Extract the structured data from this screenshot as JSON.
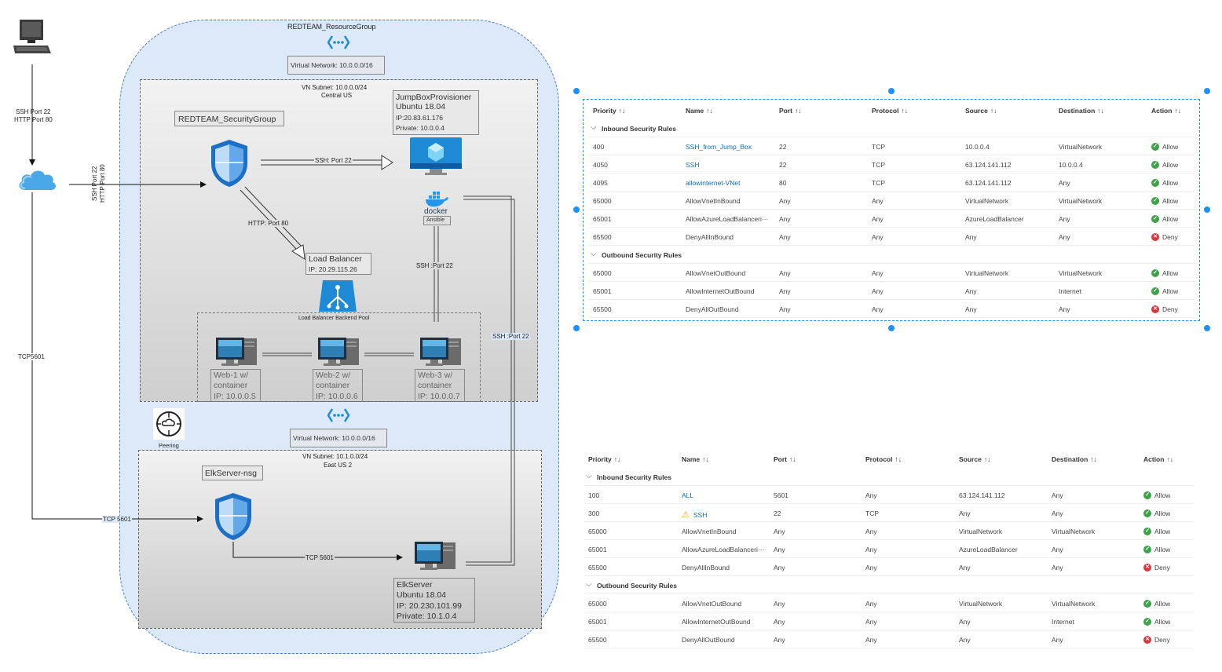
{
  "diagram": {
    "resource_group": "REDTEAM_ResourceGroup",
    "vnet1": "Virtual Network: 10.0.0.0/16",
    "subnet1": {
      "line1": "VN Subnet: 10.0.0.0/24",
      "line2": "Central US"
    },
    "security_group": "REDTEAM_SecurityGroup",
    "jumpbox": {
      "name": "JumpBoxProvisioner",
      "os": "Ubuntu 18.04",
      "ip": "IP:20.83.61.176",
      "private": "Private: 10.0.0.4"
    },
    "docker_label": "docker",
    "ansible_label": "Ansible",
    "load_balancer": {
      "name": "Load Balancer",
      "ip": "IP: 20.29.115.26"
    },
    "backend_pool": "Load Balancer Backend Pool",
    "web1": {
      "line1": "Web-1 w/",
      "line2": "container",
      "line3": "IP: 10.0.0.5"
    },
    "web2": {
      "line1": "Web-2 w/",
      "line2": "container",
      "line3": "IP: 10.0.0.6"
    },
    "web3": {
      "line1": "Web-3 w/",
      "line2": "container",
      "line3": "IP: 10.0.0.7"
    },
    "peering": "Peering",
    "vnet2": "Virtual Network: 10.0.0.0/16",
    "subnet2": {
      "line1": "VN Subnet: 10.1.0.0/24",
      "line2": "East US 2"
    },
    "elk_nsg": "ElkServer-nsg",
    "elk": {
      "name": "ElkServer",
      "os": "Ubuntu 18.04",
      "ip": "IP: 20.230.101.99",
      "private": "Private: 10.1.0.4"
    },
    "edges": {
      "internet_top1": "SSH Port 22",
      "internet_top2": "HTTP Port 80",
      "to_nsg1": "SSH Port 22",
      "to_nsg2": "HTTP Port 80",
      "ssh_jump": "SSH: Port 22",
      "http_lb": "HTTP: Port 80",
      "ssh_web": "SSH :Port 22",
      "ssh_elk": "SSH :Port 22",
      "tcp_left": "TCP5601",
      "tcp_elknsg": "TCP 5601",
      "tcp_elk": "TCP 5601"
    }
  },
  "table_headers": [
    "Priority",
    "Name",
    "Port",
    "Protocol",
    "Source",
    "Destination",
    "Action"
  ],
  "inbound_title": "Inbound Security Rules",
  "outbound_title": "Outbound Security Rules",
  "table1": {
    "inbound": [
      {
        "priority": "400",
        "name": "SSH_from_Jump_Box",
        "link": true,
        "port": "22",
        "protocol": "TCP",
        "source": "10.0.0.4",
        "destination": "VirtualNetwork",
        "action": "Allow"
      },
      {
        "priority": "4050",
        "name": "SSH",
        "link": true,
        "port": "22",
        "protocol": "TCP",
        "source": "63.124.141.112",
        "destination": "10.0.0.4",
        "action": "Allow"
      },
      {
        "priority": "4095",
        "name": "allowinternet-VNet",
        "link": true,
        "port": "80",
        "protocol": "TCP",
        "source": "63.124.141.112",
        "destination": "Any",
        "action": "Allow"
      },
      {
        "priority": "65000",
        "name": "AllowVnetInBound",
        "link": false,
        "port": "Any",
        "protocol": "Any",
        "source": "VirtualNetwork",
        "destination": "VirtualNetwork",
        "action": "Allow"
      },
      {
        "priority": "65001",
        "name": "AllowAzureLoadBalanceri···",
        "link": false,
        "port": "Any",
        "protocol": "Any",
        "source": "AzureLoadBalancer",
        "destination": "Any",
        "action": "Allow"
      },
      {
        "priority": "65500",
        "name": "DenyAllInBound",
        "link": false,
        "port": "Any",
        "protocol": "Any",
        "source": "Any",
        "destination": "Any",
        "action": "Deny"
      }
    ],
    "outbound": [
      {
        "priority": "65000",
        "name": "AllowVnetOutBound",
        "link": false,
        "port": "Any",
        "protocol": "Any",
        "source": "VirtualNetwork",
        "destination": "VirtualNetwork",
        "action": "Allow"
      },
      {
        "priority": "65001",
        "name": "AllowInternetOutBound",
        "link": false,
        "port": "Any",
        "protocol": "Any",
        "source": "Any",
        "destination": "Internet",
        "action": "Allow"
      },
      {
        "priority": "65500",
        "name": "DenyAllOutBound",
        "link": false,
        "port": "Any",
        "protocol": "Any",
        "source": "Any",
        "destination": "Any",
        "action": "Deny"
      }
    ]
  },
  "table2": {
    "inbound": [
      {
        "priority": "100",
        "name": "ALL",
        "link": true,
        "warn": false,
        "port": "5601",
        "protocol": "Any",
        "source": "63.124.141.112",
        "destination": "Any",
        "action": "Allow"
      },
      {
        "priority": "300",
        "name": "SSH",
        "link": true,
        "warn": true,
        "port": "22",
        "protocol": "TCP",
        "source": "Any",
        "destination": "Any",
        "action": "Allow"
      },
      {
        "priority": "65000",
        "name": "AllowVnetInBound",
        "link": false,
        "warn": false,
        "port": "Any",
        "protocol": "Any",
        "source": "VirtualNetwork",
        "destination": "VirtualNetwork",
        "action": "Allow"
      },
      {
        "priority": "65001",
        "name": "AllowAzureLoadBalanceri···",
        "link": false,
        "warn": false,
        "port": "Any",
        "protocol": "Any",
        "source": "AzureLoadBalancer",
        "destination": "Any",
        "action": "Allow"
      },
      {
        "priority": "65500",
        "name": "DenyAllInBound",
        "link": false,
        "warn": false,
        "port": "Any",
        "protocol": "Any",
        "source": "Any",
        "destination": "Any",
        "action": "Deny"
      }
    ],
    "outbound": [
      {
        "priority": "65000",
        "name": "AllowVnetOutBound",
        "link": false,
        "warn": false,
        "port": "Any",
        "protocol": "Any",
        "source": "VirtualNetwork",
        "destination": "VirtualNetwork",
        "action": "Allow"
      },
      {
        "priority": "65001",
        "name": "AllowInternetOutBound",
        "link": false,
        "warn": false,
        "port": "Any",
        "protocol": "Any",
        "source": "Any",
        "destination": "Internet",
        "action": "Allow"
      },
      {
        "priority": "65500",
        "name": "DenyAllOutBound",
        "link": false,
        "warn": false,
        "port": "Any",
        "protocol": "Any",
        "source": "Any",
        "destination": "Any",
        "action": "Deny"
      }
    ]
  },
  "colors": {
    "allow": "#3fa14a",
    "deny": "#d9363e",
    "link": "#0b6cbd",
    "azure": "#1e8ad6",
    "rg_fill": "#dbe9f8"
  }
}
